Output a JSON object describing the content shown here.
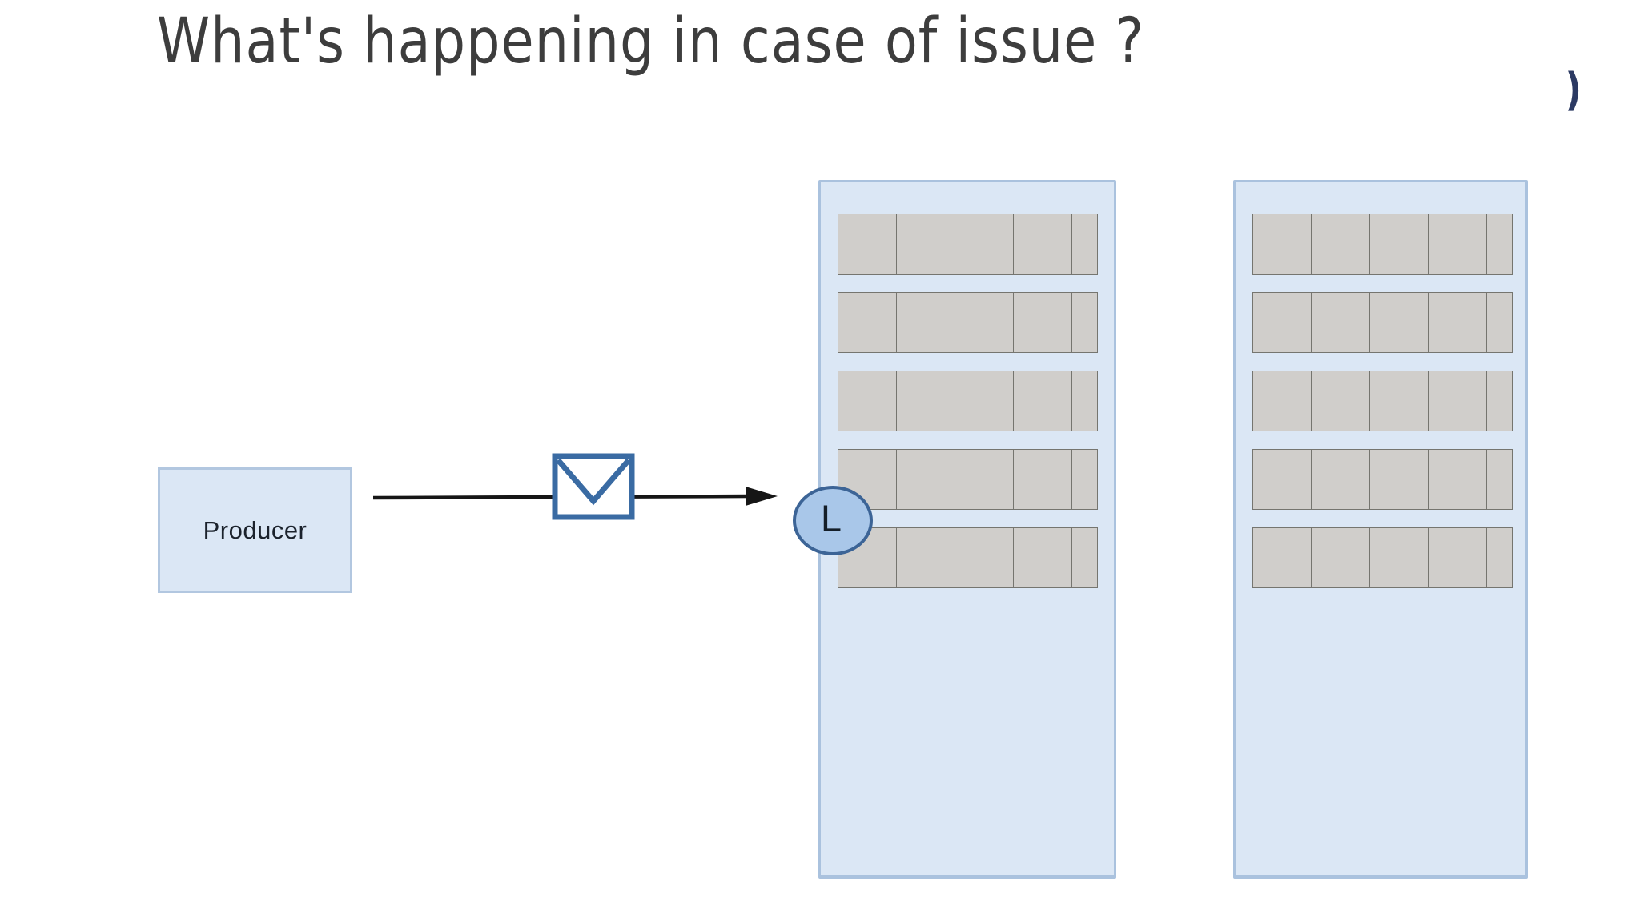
{
  "slide": {
    "title": "What's happening in case of issue ?",
    "corner_mark": ")"
  },
  "producer": {
    "label": "Producer"
  },
  "flow": {
    "message_icon": "envelope-icon",
    "arrow_icon": "arrow-right-icon"
  },
  "leader": {
    "label": "L"
  },
  "brokers": [
    {
      "id": "broker-1",
      "partition_rows": 5,
      "segments_per_row": 5,
      "last_segment_partial": true,
      "has_leader_badge": true
    },
    {
      "id": "broker-2",
      "partition_rows": 5,
      "segments_per_row": 5,
      "last_segment_partial": true,
      "has_leader_badge": false
    }
  ],
  "colors": {
    "panel_fill": "#dbe7f5",
    "panel_border": "#aac2de",
    "producer_border": "#b2c7e0",
    "segment_fill": "#d0cecb",
    "segment_border": "#75756f",
    "leader_fill": "#a9c7e9",
    "leader_border": "#3c6496",
    "envelope_border": "#3a6ba3",
    "arrow": "#161616",
    "title_text": "#3d3d3d",
    "corner_mark": "#2c3a63"
  }
}
